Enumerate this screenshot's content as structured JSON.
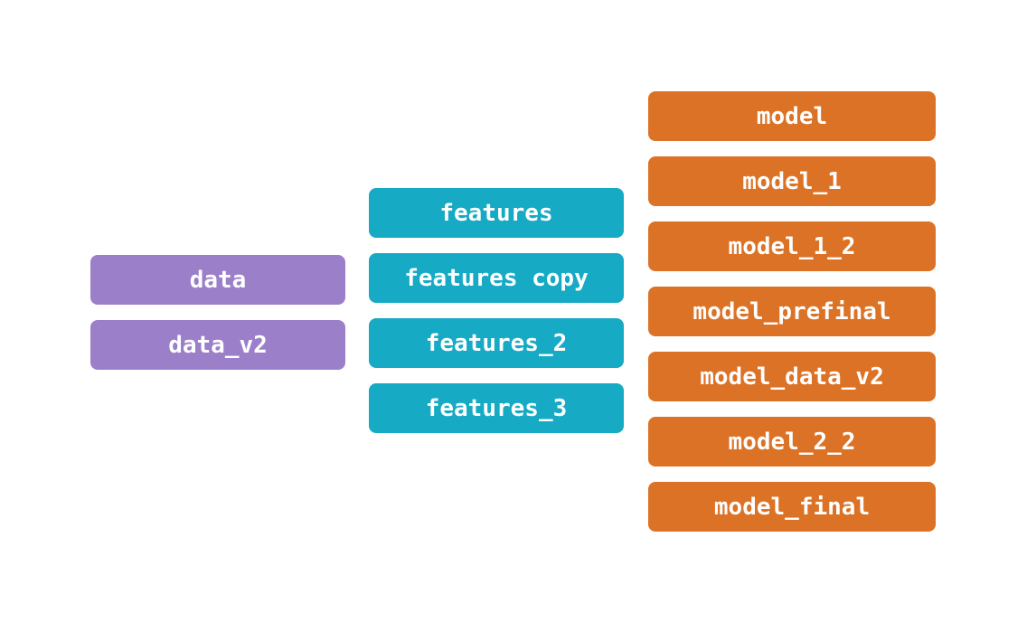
{
  "diagram": {
    "background": "#ffffff",
    "node_text_color": "#ffffff",
    "columns": [
      {
        "id": "data-stage",
        "color": "#9c7fc9",
        "nodes": [
          "data",
          "data_v2"
        ]
      },
      {
        "id": "features-stage",
        "color": "#16aac5",
        "nodes": [
          "features",
          "features copy",
          "features_2",
          "features_3"
        ]
      },
      {
        "id": "model-stage",
        "color": "#dc7226",
        "nodes": [
          "model",
          "model_1",
          "model_1_2",
          "model_prefinal",
          "model_data_v2",
          "model_2_2",
          "model_final"
        ]
      }
    ]
  }
}
